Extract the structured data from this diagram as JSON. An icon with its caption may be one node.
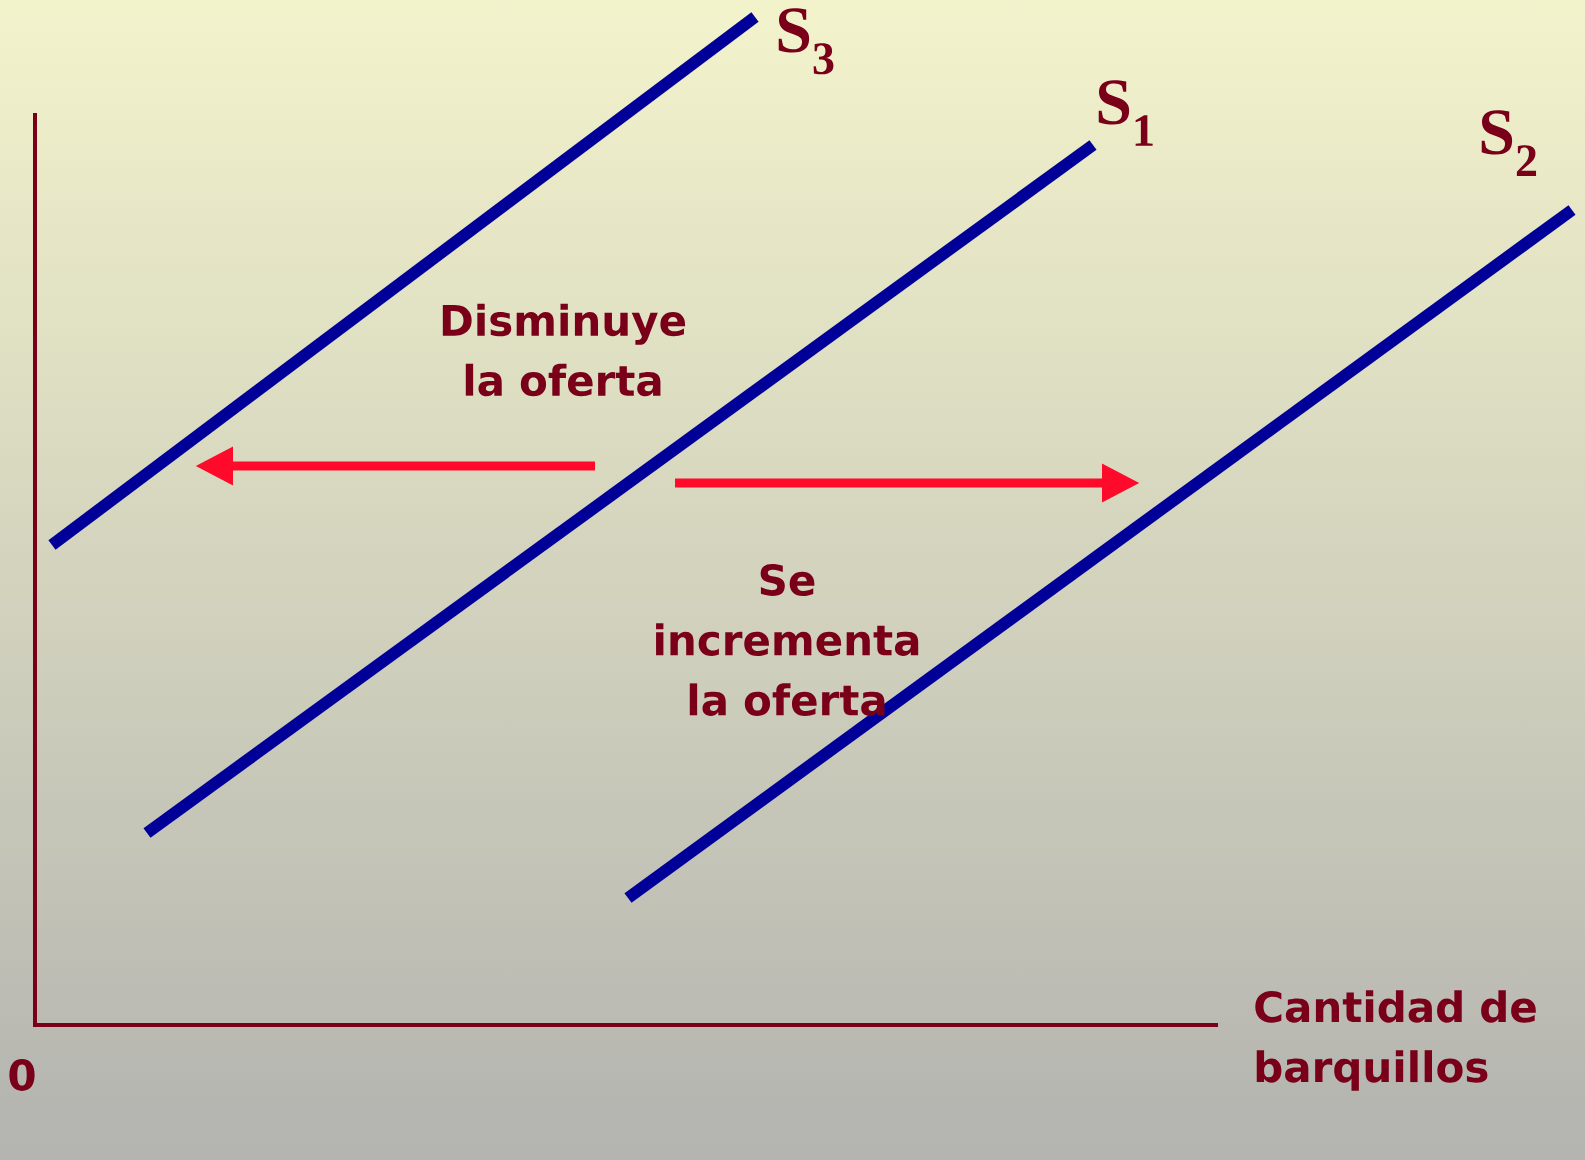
{
  "diagram": {
    "labels": [
      "S$_{3}$",
      "S$_{1}$",
      "S$_{2}$",
      "Disminuye la oferta",
      "Se incrementa la oferta",
      "0",
      "Cantidad de barquillos"
    ]
  }
}
